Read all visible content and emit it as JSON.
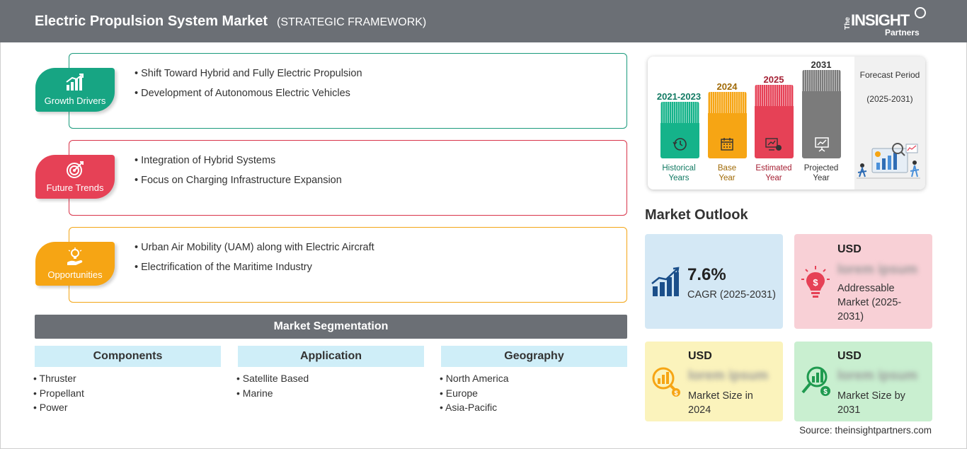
{
  "header": {
    "title": "Electric Propulsion System Market",
    "subtitle": "(STRATEGIC FRAMEWORK)",
    "logo": {
      "the": "The",
      "insight": "INSIGHT",
      "partners": "Partners"
    }
  },
  "framework": {
    "growth_drivers": {
      "label": "Growth Drivers",
      "items": [
        "Shift Toward Hybrid and Fully Electric Propulsion",
        "Development of Autonomous Electric Vehicles"
      ]
    },
    "future_trends": {
      "label": "Future Trends",
      "items": [
        "Integration of Hybrid Systems",
        "Focus on Charging Infrastructure Expansion"
      ]
    },
    "opportunities": {
      "label": "Opportunities",
      "items": [
        "Urban Air Mobility (UAM) along with Electric Aircraft",
        "Electrification of the Maritime Industry"
      ]
    }
  },
  "segmentation": {
    "title": "Market Segmentation",
    "columns": [
      {
        "heading": "Components",
        "items": [
          "Thruster",
          "Propellant",
          "Power"
        ]
      },
      {
        "heading": "Application",
        "items": [
          "Satellite Based",
          "Marine"
        ]
      },
      {
        "heading": "Geography",
        "items": [
          "North America",
          "Europe",
          "Asia-Pacific"
        ]
      }
    ]
  },
  "timeline": {
    "periods": [
      {
        "year": "2021-2023",
        "label_1": "Historical",
        "label_2": "Years",
        "color": "#15b38a",
        "text_color": "#127a63"
      },
      {
        "year": "2024",
        "label_1": "Base",
        "label_2": "Year",
        "color": "#f6a514",
        "text_color": "#a06a07"
      },
      {
        "year": "2025",
        "label_1": "Estimated",
        "label_2": "Year",
        "color": "#e64156",
        "text_color": "#a52034"
      },
      {
        "year": "2031",
        "label_1": "Projected",
        "label_2": "Year",
        "color": "#7b7b7b",
        "text_color": "#333333"
      }
    ],
    "forecast_title": "Forecast Period",
    "forecast_range": "(2025-2031)"
  },
  "outlook": {
    "title": "Market Outlook",
    "cagr": {
      "value": "7.6%",
      "label": "CAGR (2025-2031)"
    },
    "addressable": {
      "currency": "USD",
      "value": "lorem ipsum",
      "label": "Addressable Market (2025-2031)"
    },
    "size_2024": {
      "currency": "USD",
      "value": "lorem ipsum",
      "label": "Market Size in 2024"
    },
    "size_2031": {
      "currency": "USD",
      "value": "lorem ipsum",
      "label": "Market Size by 2031"
    }
  },
  "source": "Source: theinsightpartners.com"
}
